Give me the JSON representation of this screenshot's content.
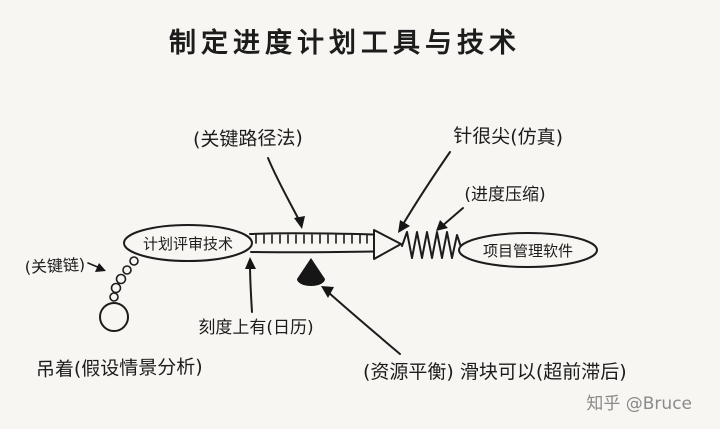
{
  "title": "制定进度计划工具与技术",
  "labels": {
    "critical_path": "(关键路径法)",
    "needle_simulation": "针很尖(仿真)",
    "schedule_compression": "(进度压缩)",
    "critical_chain": "(关键链)",
    "pert": "计划评审技术",
    "pm_software": "项目管理软件",
    "scale_calendar": "刻度上有(日历)",
    "hanging_what_if": "吊着(假设情景分析)",
    "resource_leveling_slider": "(资源平衡) 滑块可以(超前滞后)",
    "watermark": "知乎 @Bruce"
  },
  "colors": {
    "ink": "#1c1c1c",
    "paper": "#f7f6f2",
    "watermark_gray": "#8a8a8a"
  },
  "diagram": {
    "type": "hand-drawn concept sketch",
    "subject": "thermometer/ruler metaphor for schedule development tools",
    "parts": [
      "left bulb oval = PERT (计划评审技术)",
      "ruler with tick marks = scale with calendar (日历)",
      "hanging chain and ball = critical chain (关键链) / what-if scenario analysis",
      "black slider weight = resource leveling, slider can lead/lag (超前滞后)",
      "sharp triangle tip = simulation (仿真)",
      "spring coil = schedule compression (进度压缩)",
      "right oval = project management software (项目管理软件)"
    ]
  }
}
